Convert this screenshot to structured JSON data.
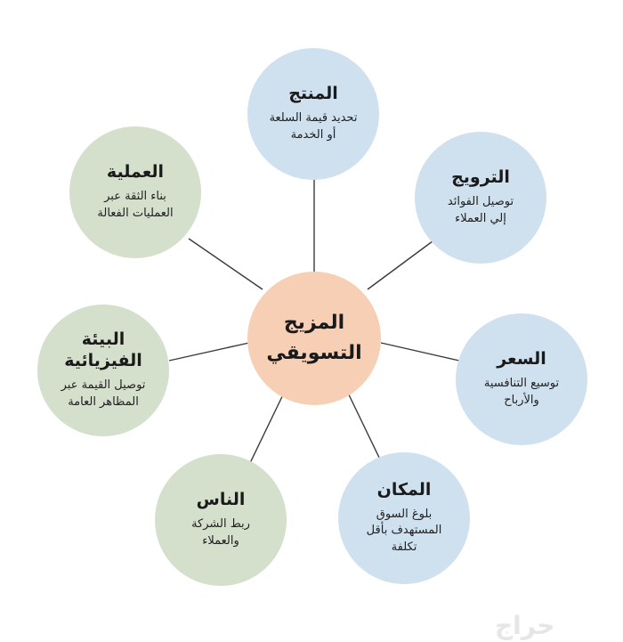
{
  "diagram": {
    "colors": {
      "blue": "#cfe0ef",
      "green": "#d4dfcc",
      "peach": "#f6cfb4",
      "line": "#3a3a3a"
    },
    "center": {
      "title": "المزيج\nالتسويقي"
    },
    "nodes": [
      {
        "id": "product",
        "title": "المنتج",
        "desc": "تحديد قيمة السلعة\nأو الخدمة",
        "color": "blue"
      },
      {
        "id": "promotion",
        "title": "الترويج",
        "desc": "توصيل الفوائد\nإلي العملاء",
        "color": "blue"
      },
      {
        "id": "price",
        "title": "السعر",
        "desc": "توسيع التنافسية\nوالأرباح",
        "color": "blue"
      },
      {
        "id": "place",
        "title": "المكان",
        "desc": "بلوغ السوق\nالمستهدف بأقل\nتكلفة",
        "color": "blue"
      },
      {
        "id": "people",
        "title": "الناس",
        "desc": "ربط الشركة\nوالعملاء",
        "color": "green"
      },
      {
        "id": "physical",
        "title": "البيئة الفيزيائية",
        "desc": "توصيل القيمة عبر\nالمظاهر العامة",
        "color": "green"
      },
      {
        "id": "process",
        "title": "العملية",
        "desc": "بناء الثقة عبر\nالعمليات الفعالة",
        "color": "green"
      }
    ]
  },
  "watermark": {
    "text": "حراج"
  }
}
